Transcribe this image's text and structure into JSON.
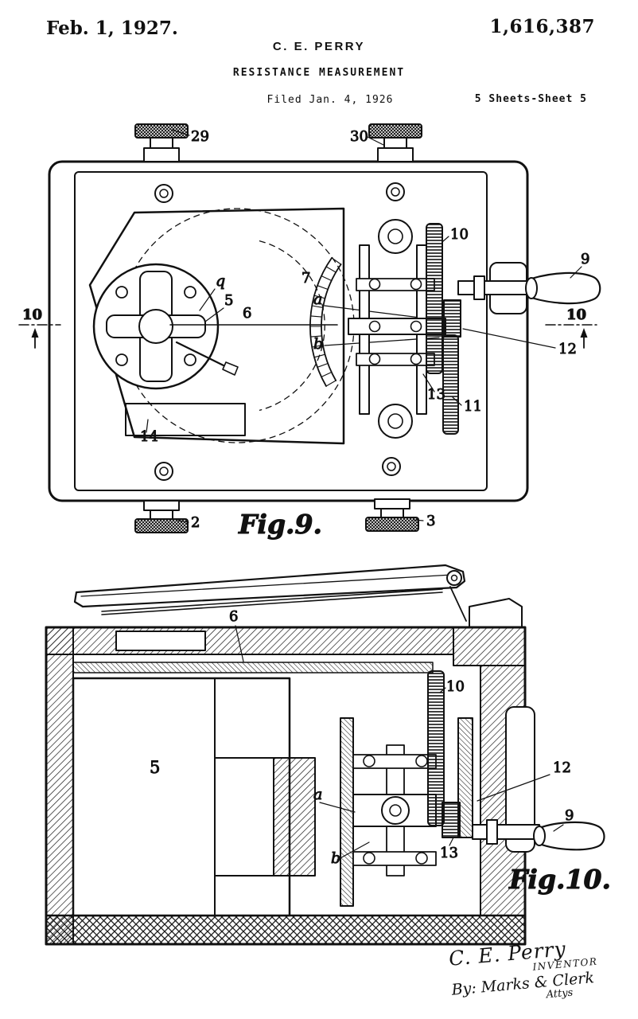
{
  "header": {
    "date": "Feb. 1, 1927.",
    "patent_number": "1,616,387",
    "inventor_name": "C. E. PERRY",
    "invention_title": "RESISTANCE MEASUREMENT",
    "filed_line": "Filed Jan. 4, 1926",
    "sheet_info": "5 Sheets-Sheet 5"
  },
  "fig9": {
    "caption": "Fig.9.",
    "section_marker": "10",
    "labels": {
      "n2": "2",
      "n3": "3",
      "n5": "5",
      "n6": "6",
      "n7": "7",
      "n9": "9",
      "n10": "10",
      "n11": "11",
      "n12": "12",
      "n13": "13",
      "n14": "14",
      "n29": "29",
      "n30": "30",
      "a": "a",
      "b": "b",
      "q": "q"
    }
  },
  "fig10": {
    "caption": "Fig.10.",
    "labels": {
      "n5": "5",
      "n6": "6",
      "n9": "9",
      "n10": "10",
      "n12": "12",
      "n13": "13",
      "a": "a",
      "b": "b"
    }
  },
  "signature": {
    "name": "C. E. Perry",
    "role": "INVENTOR",
    "by": "By:",
    "firm": "Marks & Clerk",
    "attys": "Attys"
  }
}
